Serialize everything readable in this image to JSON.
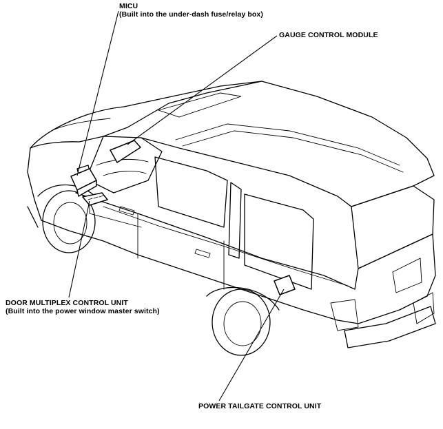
{
  "diagram": {
    "labels": {
      "micu": {
        "title": "MICU",
        "subtitle": "(Built into the under-dash fuse/relay box)"
      },
      "gauge": {
        "title": "GAUGE CONTROL MODULE"
      },
      "door": {
        "title": "DOOR MULTIPLEX CONTROL UNIT",
        "subtitle": "(Built into the power window master switch)"
      },
      "tailgate": {
        "title": "POWER TAILGATE CONTROL UNIT"
      }
    }
  }
}
